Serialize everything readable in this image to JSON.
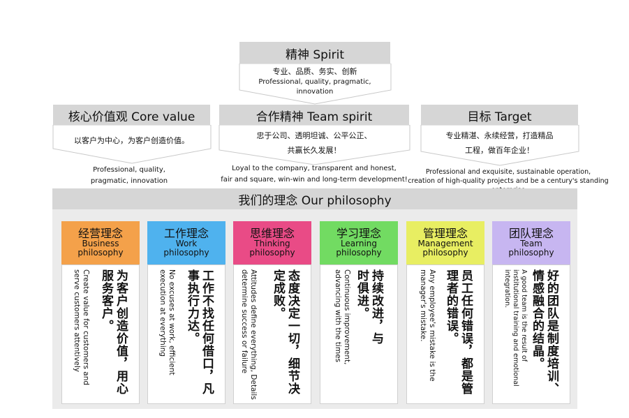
{
  "spirit": {
    "title": "精神 Spirit",
    "line1": "专业、品质、务实、创新",
    "line2": "Professional, quality, pragmatic, innovation"
  },
  "core_value": {
    "title": "核心价值观 Core value",
    "body": "以客户为中心，为客户创造价值。",
    "en1": "Professional, quality,",
    "en2": "pragmatic, innovation"
  },
  "team_spirit": {
    "title": "合作精神 Team spirit",
    "body1": "忠于公司、透明坦诚、公平公正、",
    "body2": "共赢长久发展！",
    "en1": "Loyal to the company, transparent and honest,",
    "en2": "fair and square, win-win and long-term development!"
  },
  "target": {
    "title": "目标 Target",
    "body1": "专业精湛、永续经营，打造精品",
    "body2": "工程，做百年企业！",
    "en1": "Professional and exquisite, sustainable operation,",
    "en2": "creation of high-quality projects and be a century's standing enterprise"
  },
  "philosophy": {
    "title": "我们的理念 Our philosophy",
    "items": [
      {
        "zh": "经营理念",
        "en1": "Business",
        "en2": "philosophy",
        "color": "#f4a14a",
        "body_zh": "为客户创造价值，用心服务客户。",
        "body_en": "Create value for customers and serve customers attentively"
      },
      {
        "zh": "工作理念",
        "en1": "Work",
        "en2": "philosophy",
        "color": "#4fb2ee",
        "body_zh": "工作不找任何借口，凡事执行力达。",
        "body_en": "No excuses at work, efficient execution at everything"
      },
      {
        "zh": "思维理念",
        "en1": "Thinking",
        "en2": "philosophy",
        "color": "#e94b86",
        "body_zh": "态度决定一切，细节决定成败。",
        "body_en": "Attitudes define everything, Details determine success or failure"
      },
      {
        "zh": "学习理念",
        "en1": "Learning",
        "en2": "philosophy",
        "color": "#72db62",
        "body_zh": "持续改进，与时俱进。",
        "body_en": "Continuous improvement, advancing with the times"
      },
      {
        "zh": "管理理念",
        "en1": "Management",
        "en2": "philosophy",
        "color": "#e8ee62",
        "body_zh": "员工任何错误，都是管理者的错误。",
        "body_en": "Any employee's mistake is the manager's mistake."
      },
      {
        "zh": "团队理念",
        "en1": "Team",
        "en2": "philosophy",
        "color": "#c7b6f1",
        "body_zh": "好的团队是制度培训、情感融合的结晶。",
        "body_en": "A good team is the result of institutional training and emotional integration."
      }
    ]
  }
}
